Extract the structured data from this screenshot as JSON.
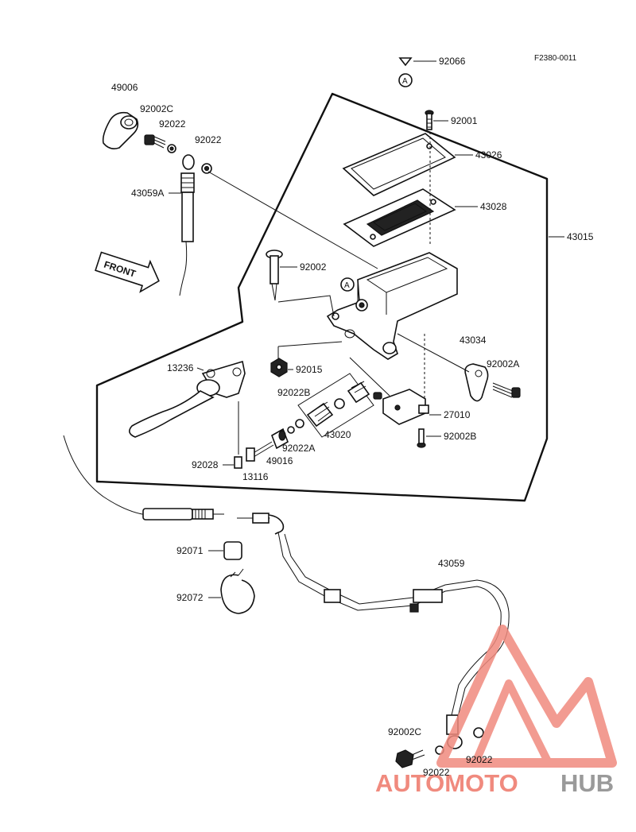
{
  "diagram": {
    "figure_code": "F2380-0011",
    "front_label": "FRONT",
    "marker_letter": "A",
    "parts": [
      {
        "id": "p92066",
        "number": "92066"
      },
      {
        "id": "p49006",
        "number": "49006"
      },
      {
        "id": "p92002C_top",
        "number": "92002C"
      },
      {
        "id": "p92022_a",
        "number": "92022"
      },
      {
        "id": "p92022_b",
        "number": "92022"
      },
      {
        "id": "p43059A",
        "number": "43059A"
      },
      {
        "id": "p92001",
        "number": "92001"
      },
      {
        "id": "p43026",
        "number": "43026"
      },
      {
        "id": "p43028",
        "number": "43028"
      },
      {
        "id": "p43015",
        "number": "43015"
      },
      {
        "id": "p92002",
        "number": "92002"
      },
      {
        "id": "p43034",
        "number": "43034"
      },
      {
        "id": "p92002A",
        "number": "92002A"
      },
      {
        "id": "p13236",
        "number": "13236"
      },
      {
        "id": "p92015",
        "number": "92015"
      },
      {
        "id": "p92022B",
        "number": "92022B"
      },
      {
        "id": "p27010",
        "number": "27010"
      },
      {
        "id": "p43020",
        "number": "43020"
      },
      {
        "id": "p92002B",
        "number": "92002B"
      },
      {
        "id": "p92022A",
        "number": "92022A"
      },
      {
        "id": "p49016",
        "number": "49016"
      },
      {
        "id": "p92028",
        "number": "92028"
      },
      {
        "id": "p13116",
        "number": "13116"
      },
      {
        "id": "p92071",
        "number": "92071"
      },
      {
        "id": "p43059",
        "number": "43059"
      },
      {
        "id": "p92072",
        "number": "92072"
      },
      {
        "id": "p92002C_bottom",
        "number": "92002C"
      },
      {
        "id": "p92022_c",
        "number": "92022"
      },
      {
        "id": "p92022_d",
        "number": "92022"
      }
    ]
  },
  "watermark": {
    "part1": "AUTOMOTO",
    "part2": "HUB",
    "color_primary": "#f08a7e",
    "color_secondary": "#9a9a9a"
  }
}
